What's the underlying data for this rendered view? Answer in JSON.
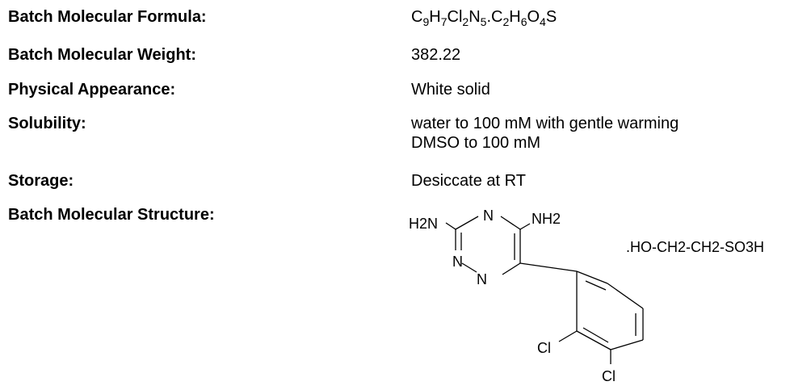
{
  "rows": {
    "formula": {
      "label": "Batch Molecular Formula:",
      "value_parts": [
        "C",
        "9",
        "H",
        "7",
        "Cl",
        "2",
        "N",
        "5",
        ".C",
        "2",
        "H",
        "6",
        "O",
        "4",
        "S"
      ]
    },
    "weight": {
      "label": "Batch Molecular Weight:",
      "value": "382.22"
    },
    "appearance": {
      "label": "Physical Appearance:",
      "value": "White solid"
    },
    "solubility": {
      "label": "Solubility:",
      "lines": [
        "water to 100 mM with gentle warming",
        "DMSO to 100 mM"
      ]
    },
    "storage": {
      "label": "Storage:",
      "value": "Desiccate at RT"
    },
    "structure": {
      "label": "Batch Molecular Structure:"
    }
  },
  "structure_labels": {
    "amine_left": "H2N",
    "ring_n_top": "N",
    "amine_right": "NH2",
    "ring_n_left": "N",
    "ring_n_bottom": "N",
    "salt": ".HO-CH2-CH2-SO3H",
    "cl_upper": "Cl",
    "cl_lower": "Cl"
  }
}
